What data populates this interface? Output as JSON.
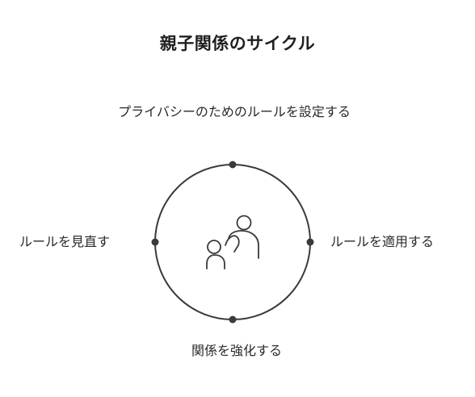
{
  "title": "親子関係のサイクル",
  "steps": {
    "top": "プライバシーのためのルールを設定する",
    "right": "ルールを適用する",
    "bottom": "関係を強化する",
    "left": "ルールを見直す"
  },
  "center_icon": "parent-child-icon",
  "colors": {
    "stroke": "#3a3a3a",
    "text": "#2a2a2a",
    "background": "#ffffff"
  }
}
